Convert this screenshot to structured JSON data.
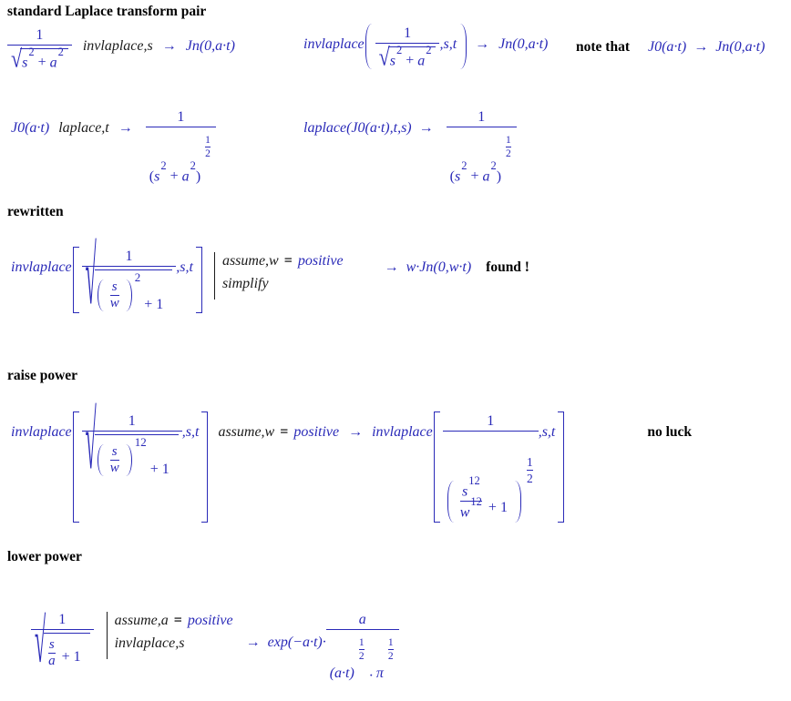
{
  "title": "standard Laplace transform pair",
  "labels": {
    "rewritten": "rewritten",
    "raise": "raise power",
    "lower": "lower power",
    "note_that": "note that",
    "found": "found !",
    "no_luck": "no luck"
  },
  "colors": {
    "math_blue": "#2a2ab8",
    "keyword_black": "#1b1b1b",
    "text_black": "#000000"
  },
  "tok": {
    "radical": "√",
    "one": "1",
    "two": "2",
    "twelve": "12",
    "plus": "+",
    "plus_one": "+ 1",
    "arrow": "→",
    "cdot": "·",
    "eq": "=",
    "s": "s",
    "a": "a",
    "w": "w",
    "pi": "π",
    "args_st": ",s,t",
    "invlaplace": "invlaplace",
    "laplace_call": "laplace(J0(a·t),t,s)",
    "kw_invlaplace_s": "invlaplace,s",
    "kw_laplace_t": "laplace,t",
    "kw_assume_w": "assume,w",
    "kw_assume_a": "assume,a",
    "kw_simplify": "simplify",
    "positive": "positive",
    "J0at": "J0(a·t)",
    "Jn0at": "Jn(0,a·t)",
    "w_Jn": "w·Jn(0,w·t)",
    "exp_term": "exp(−a·t)·",
    "paren_open": "(",
    "paren_close": ")",
    "a_dot_t": "(a·t)"
  }
}
